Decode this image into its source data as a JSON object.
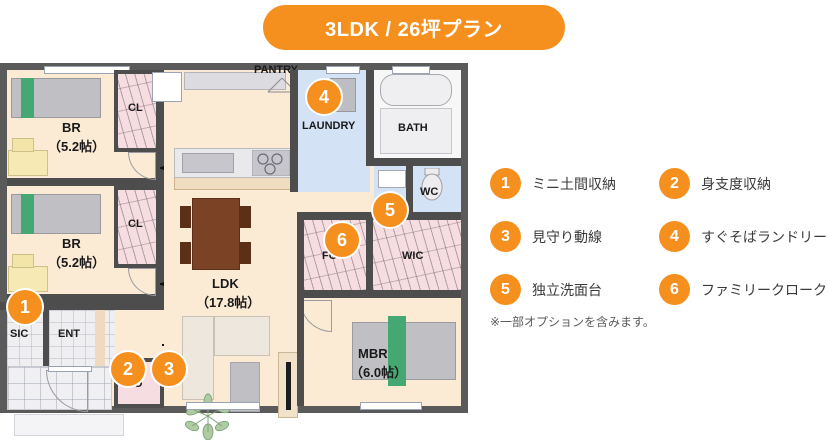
{
  "title": {
    "text": "3LDK / 26坪プラン",
    "accent": "#F5901F"
  },
  "floorplan": {
    "rooms": [
      {
        "id": "br-top",
        "label": "BR",
        "sub": "（5.2帖）"
      },
      {
        "id": "br-bottom",
        "label": "BR",
        "sub": "（5.2帖）"
      },
      {
        "id": "cl-top",
        "label": "CL",
        "sub": ""
      },
      {
        "id": "cl-bottom",
        "label": "CL",
        "sub": ""
      },
      {
        "id": "ldk",
        "label": "LDK",
        "sub": "（17.8帖）"
      },
      {
        "id": "pantry",
        "label": "PANTRY",
        "sub": ""
      },
      {
        "id": "laundry",
        "label": "LAUNDRY",
        "sub": ""
      },
      {
        "id": "bath",
        "label": "BATH",
        "sub": ""
      },
      {
        "id": "wc",
        "label": "WC",
        "sub": ""
      },
      {
        "id": "fc",
        "label": "FC",
        "sub": ""
      },
      {
        "id": "wic",
        "label": "WIC",
        "sub": ""
      },
      {
        "id": "mbr",
        "label": "MBR",
        "sub": "（6.0帖）"
      },
      {
        "id": "sic",
        "label": "SIC",
        "sub": ""
      },
      {
        "id": "ent",
        "label": "ENT",
        "sub": ""
      },
      {
        "id": "sto",
        "label": "STO",
        "sub": ""
      }
    ],
    "badges": [
      "1",
      "2",
      "3",
      "4",
      "5",
      "6"
    ]
  },
  "legend": {
    "items": [
      {
        "num": "1",
        "text": "ミニ土間収納"
      },
      {
        "num": "2",
        "text": "身支度収納"
      },
      {
        "num": "3",
        "text": "見守り動線"
      },
      {
        "num": "4",
        "text": "すぐそばランドリー"
      },
      {
        "num": "5",
        "text": "独立洗面台"
      },
      {
        "num": "6",
        "text": "ファミリークローク"
      }
    ],
    "note": "※一部オプションを含みます。"
  }
}
